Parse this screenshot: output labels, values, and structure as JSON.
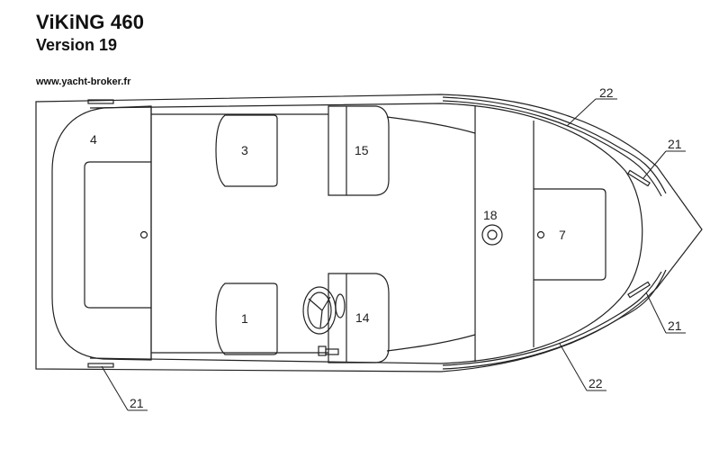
{
  "header": {
    "title": "ViKiNG 460",
    "subtitle": "Version 19",
    "url": "www.yacht-broker.fr"
  },
  "diagram": {
    "type": "boat deck plan (top view)",
    "stroke_color": "#222222",
    "items": [
      {
        "id": "1",
        "label": "1",
        "desc": "seat (port aft)"
      },
      {
        "id": "3",
        "label": "3",
        "desc": "seat (starboard aft)"
      },
      {
        "id": "4",
        "label": "4",
        "desc": "stern bench / locker"
      },
      {
        "id": "7",
        "label": "7",
        "desc": "bow locker"
      },
      {
        "id": "14",
        "label": "14",
        "desc": "helm console with steering wheel"
      },
      {
        "id": "15",
        "label": "15",
        "desc": "passenger console"
      },
      {
        "id": "18",
        "label": "18",
        "desc": "round fitting"
      }
    ],
    "callouts": [
      {
        "label": "22",
        "position": "top rubrail"
      },
      {
        "label": "21",
        "position": "starboard bow cleat"
      },
      {
        "label": "21",
        "position": "port bow cleat"
      },
      {
        "label": "22",
        "position": "bottom rubrail"
      },
      {
        "label": "21",
        "position": "stern cleat"
      }
    ]
  }
}
